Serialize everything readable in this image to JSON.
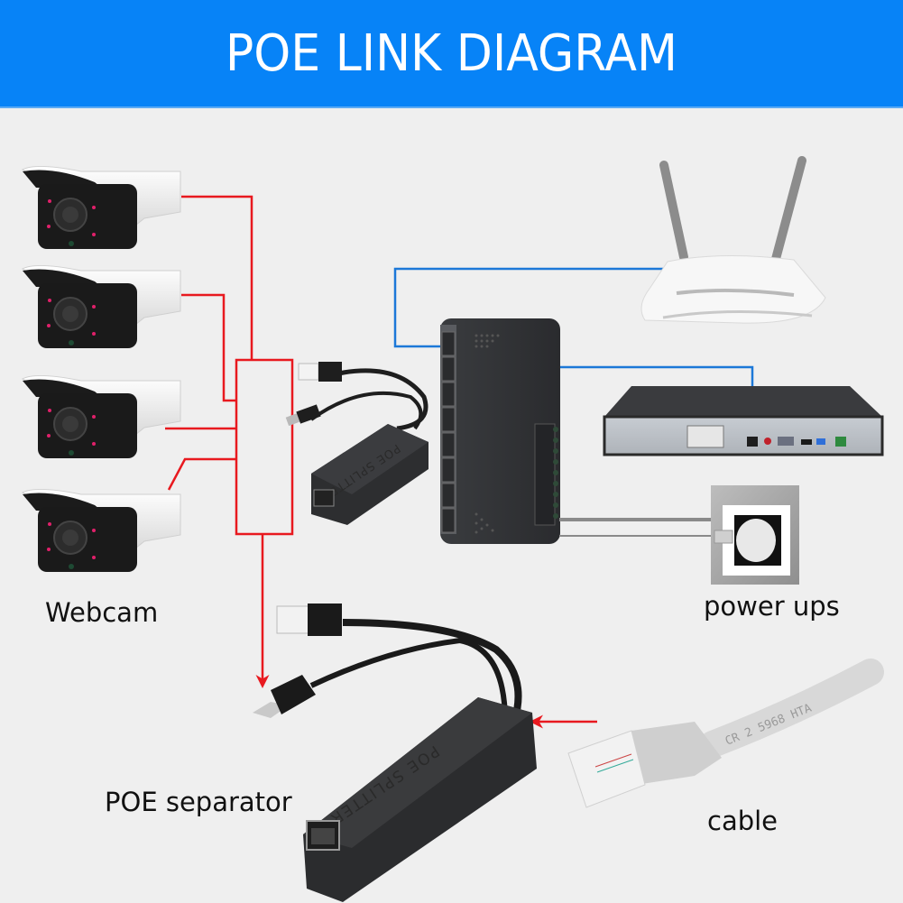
{
  "header": {
    "title": "POE LINK DIAGRAM"
  },
  "labels": {
    "webcam": "Webcam",
    "power_ups": "power ups",
    "poe_separator": "POE separator",
    "cable": "cable"
  },
  "devices": {
    "cameras": [
      {
        "name": "Webcam 1"
      },
      {
        "name": "Webcam 2"
      },
      {
        "name": "Webcam 3"
      },
      {
        "name": "Webcam 4"
      }
    ],
    "splitter_small_text": "POE SPLITTER",
    "splitter_large_text": "POE SPLITTER",
    "cable_print": "CR 2 5968 HTA",
    "router": "router",
    "switch": "PoE switch",
    "nvr": "NVR",
    "power_socket": "power socket"
  },
  "colors": {
    "header_bg": "#0783f7",
    "page_bg": "#efefef",
    "power_line": "#e8191f",
    "data_line": "#1c78d8",
    "device_dark": "#2e3033"
  }
}
